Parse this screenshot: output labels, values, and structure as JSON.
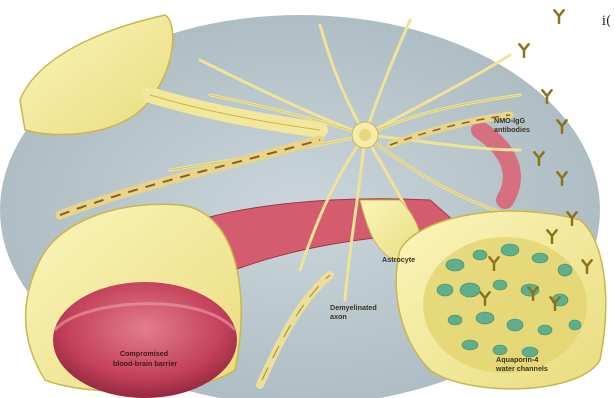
{
  "labels": {
    "antibodies": [
      "NMO-IgG",
      "antibodies"
    ],
    "astrocyte": "Astrocyte",
    "demyelinated_axon": [
      "Demyelinated",
      "axon"
    ],
    "aquaporin": [
      "Aquaporin-4",
      "water channels"
    ],
    "bbb": [
      "Compromised",
      "blood-brain barrier"
    ],
    "corner": "i("
  },
  "colors": {
    "background": "#ffffff",
    "tissue": "#b9c7cd",
    "cell_yellow": "#f4eb9b",
    "cell_outline": "#c9b74a",
    "vessel_red": "#d8586b",
    "vessel_dark": "#8e2135",
    "aquaporin_green": "#5fae8c",
    "antibody": "#8a7418"
  },
  "icons": [
    "antibody-y-icon"
  ]
}
